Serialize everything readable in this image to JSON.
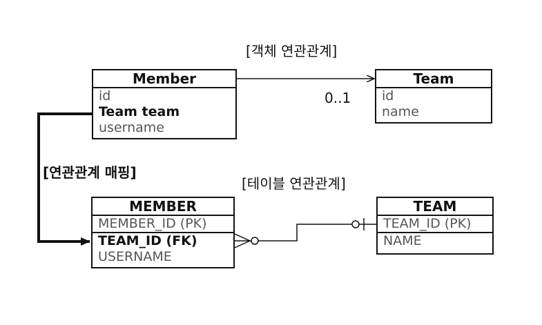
{
  "labels": {
    "object_relation": "[객체 연관관계]",
    "table_relation": "[테이블 연관관계]",
    "mapping": "[연관관계 매핑]",
    "multiplicity": "0..1"
  },
  "entities": {
    "member": {
      "title": "Member",
      "fields": [
        "id",
        "Team team",
        "username"
      ]
    },
    "team": {
      "title": "Team",
      "fields": [
        "id",
        "name"
      ]
    }
  },
  "tables": {
    "member": {
      "title": "MEMBER",
      "columns": [
        "MEMBER_ID (PK)",
        "TEAM_ID (FK)",
        "USERNAME"
      ]
    },
    "team": {
      "title": "TEAM",
      "columns": [
        "TEAM_ID (PK)",
        "NAME"
      ]
    }
  }
}
